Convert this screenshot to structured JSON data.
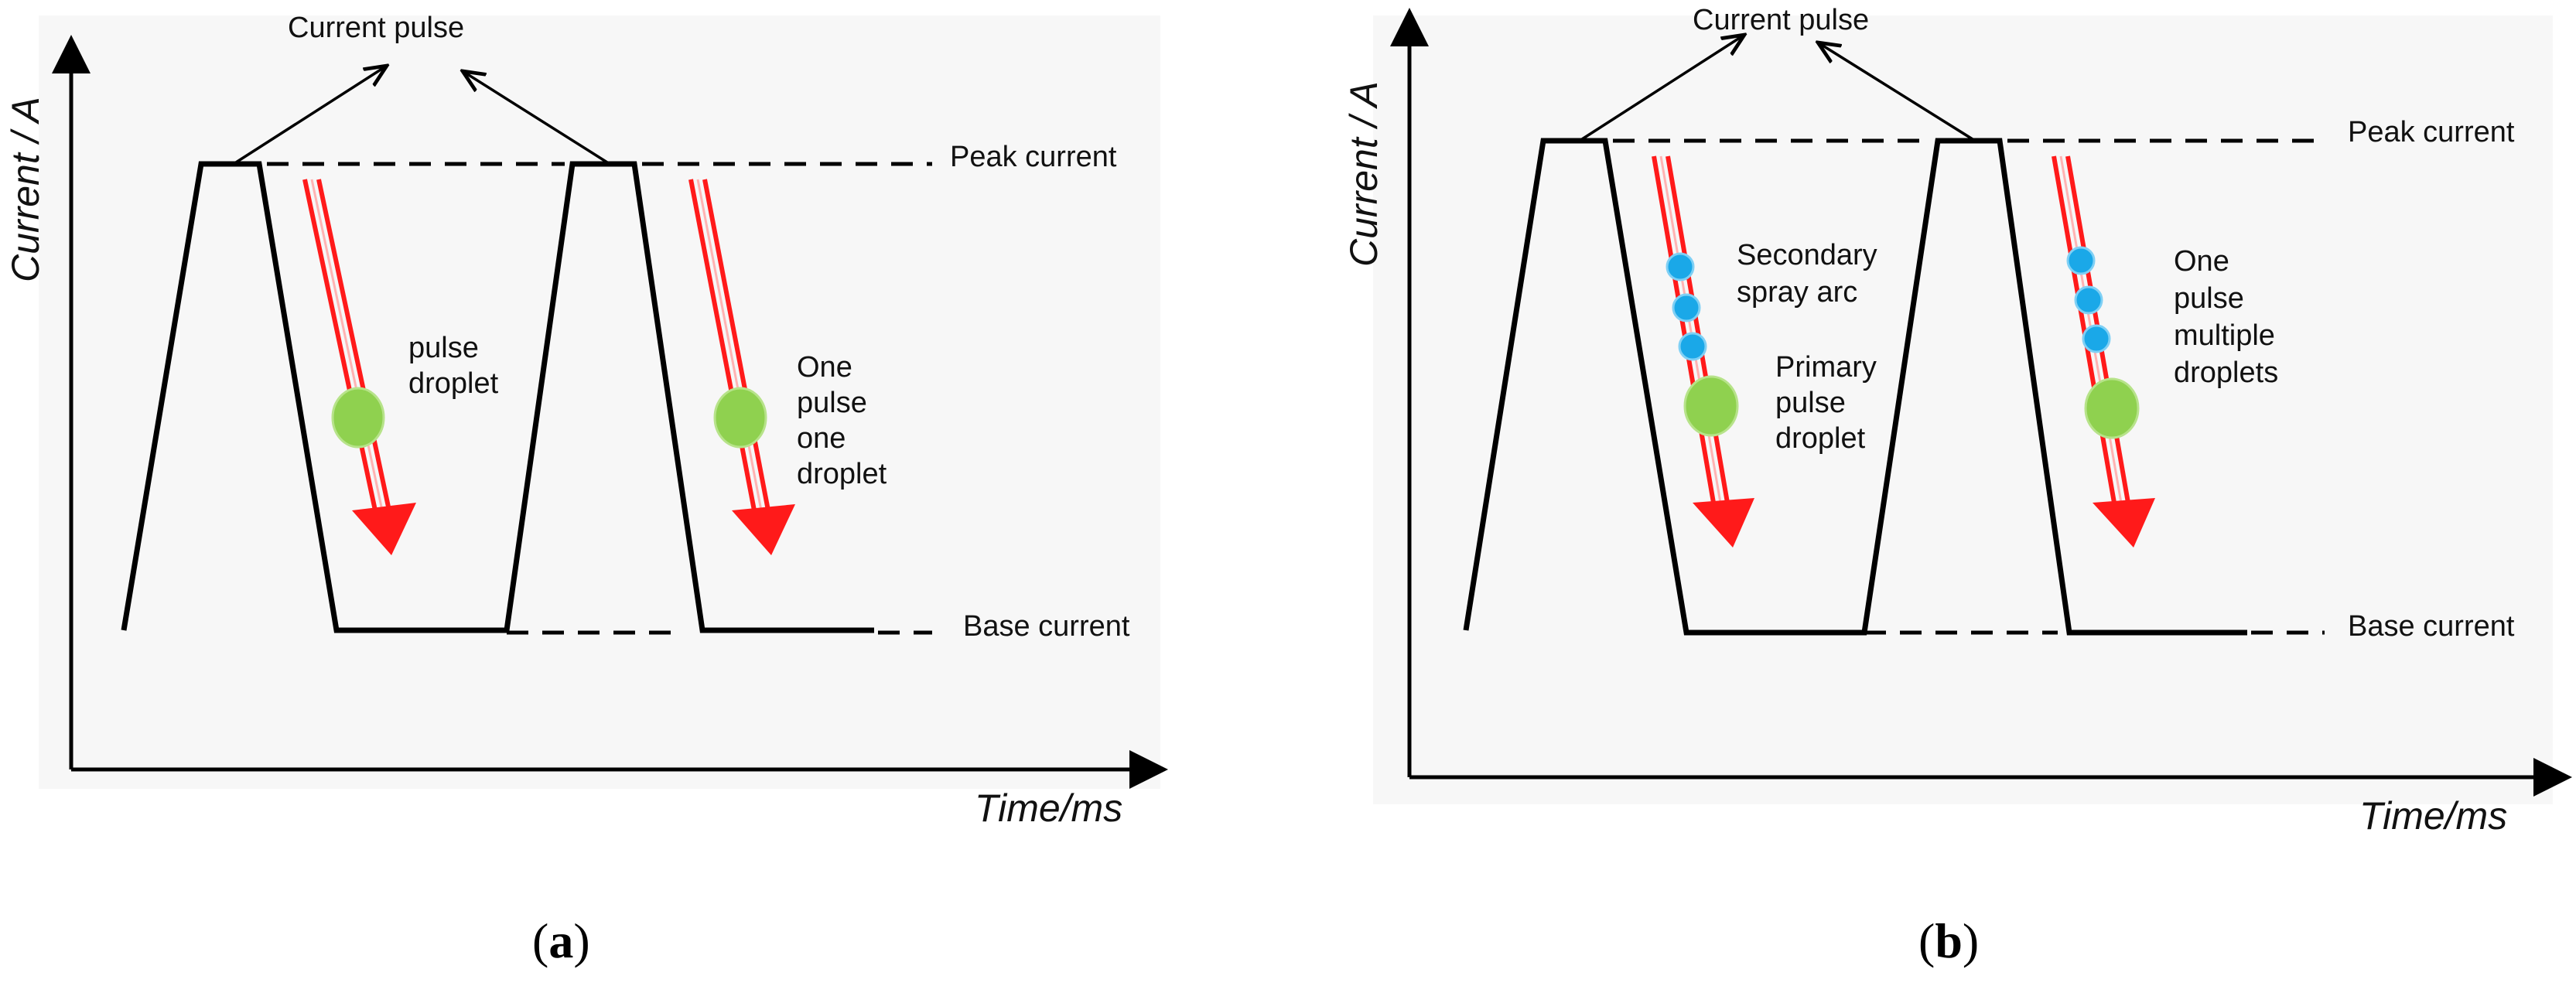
{
  "figure": {
    "panels": [
      {
        "id": "a",
        "caption": "(a)",
        "caption_letter": "a",
        "y_axis_label": "Current / A",
        "x_axis_label": "Time/ms",
        "top_label": "Current pulse",
        "peak_label": "Peak current",
        "base_label": "Base current",
        "droplet_label_1": [
          "pulse",
          "droplet"
        ],
        "droplet_label_2": [
          "One",
          "pulse",
          "one",
          "droplet"
        ]
      },
      {
        "id": "b",
        "caption": "(b)",
        "caption_letter": "b",
        "y_axis_label": "Current / A",
        "x_axis_label": "Time/ms",
        "top_label": "Current pulse",
        "peak_label": "Peak current",
        "base_label": "Base current",
        "secondary_label": [
          "Secondary",
          "spray arc"
        ],
        "primary_label": [
          "Primary",
          "pulse",
          "droplet"
        ],
        "multi_label": [
          "One",
          "pulse",
          "multiple",
          "droplets"
        ]
      }
    ],
    "colors": {
      "arrow": "#ff1a1a",
      "droplet": "#8fd14f",
      "small_droplet": "#1aa8e8",
      "axis": "#000000"
    }
  }
}
